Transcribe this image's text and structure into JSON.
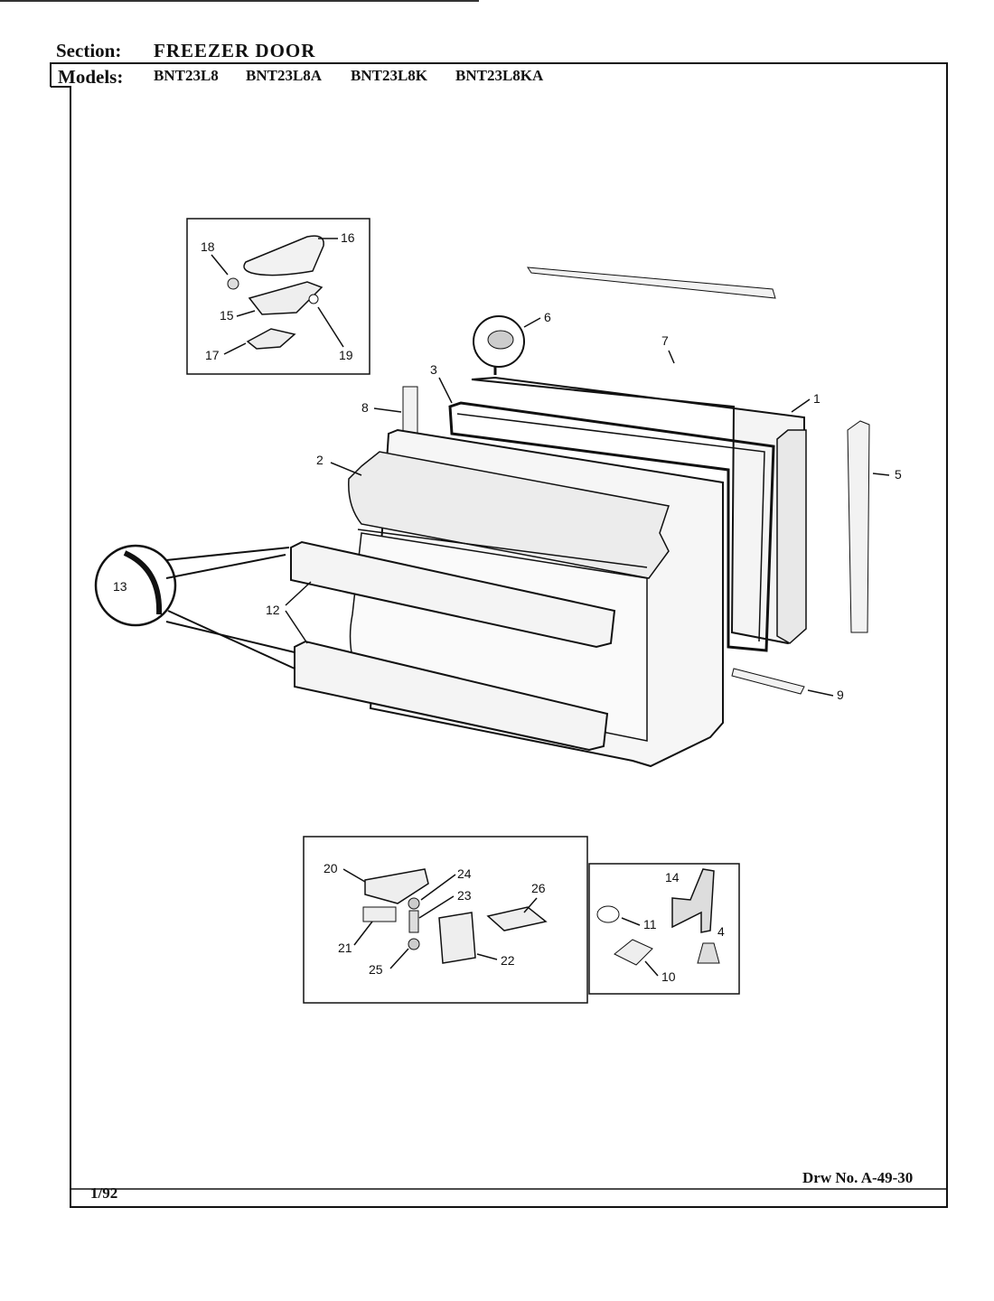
{
  "header": {
    "section_label": "Section:",
    "section_value": "FREEZER DOOR",
    "models_label": "Models:",
    "models": [
      "BNT23L8",
      "BNT23L8A",
      "BNT23L8K",
      "BNT23L8KA"
    ]
  },
  "footer": {
    "date": "1/92",
    "drawing_number": "Drw No. A-49-30"
  },
  "callouts": [
    "1",
    "2",
    "3",
    "4",
    "5",
    "6",
    "7",
    "8",
    "9",
    "10",
    "11",
    "12",
    "13",
    "14",
    "15",
    "16",
    "17",
    "18",
    "19",
    "20",
    "21",
    "22",
    "23",
    "24",
    "25",
    "26"
  ]
}
